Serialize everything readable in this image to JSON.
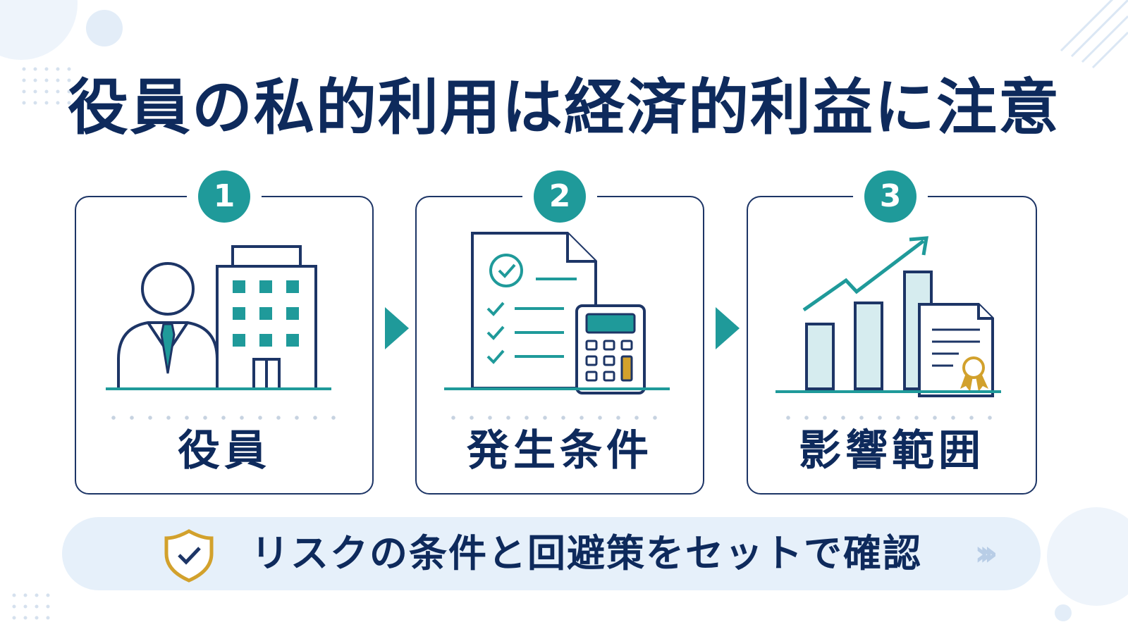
{
  "title": "役員の私的利用は経済的利益に注意",
  "steps": [
    {
      "number": "1",
      "label": "役員",
      "icon": "executive-and-building-icon"
    },
    {
      "number": "2",
      "label": "発生条件",
      "icon": "checklist-and-calculator-icon"
    },
    {
      "number": "3",
      "label": "影響範囲",
      "icon": "growth-chart-and-certificate-icon"
    }
  ],
  "banner": {
    "text": "リスクの条件と回避策をセットで確認",
    "icon": "shield-check-icon",
    "chevrons": "›››"
  },
  "colors": {
    "navy": "#0e2a5c",
    "teal": "#1f9a9a",
    "light_teal": "#d6ecef",
    "gold": "#d2a12c",
    "banner_bg": "#e6f0fa"
  }
}
